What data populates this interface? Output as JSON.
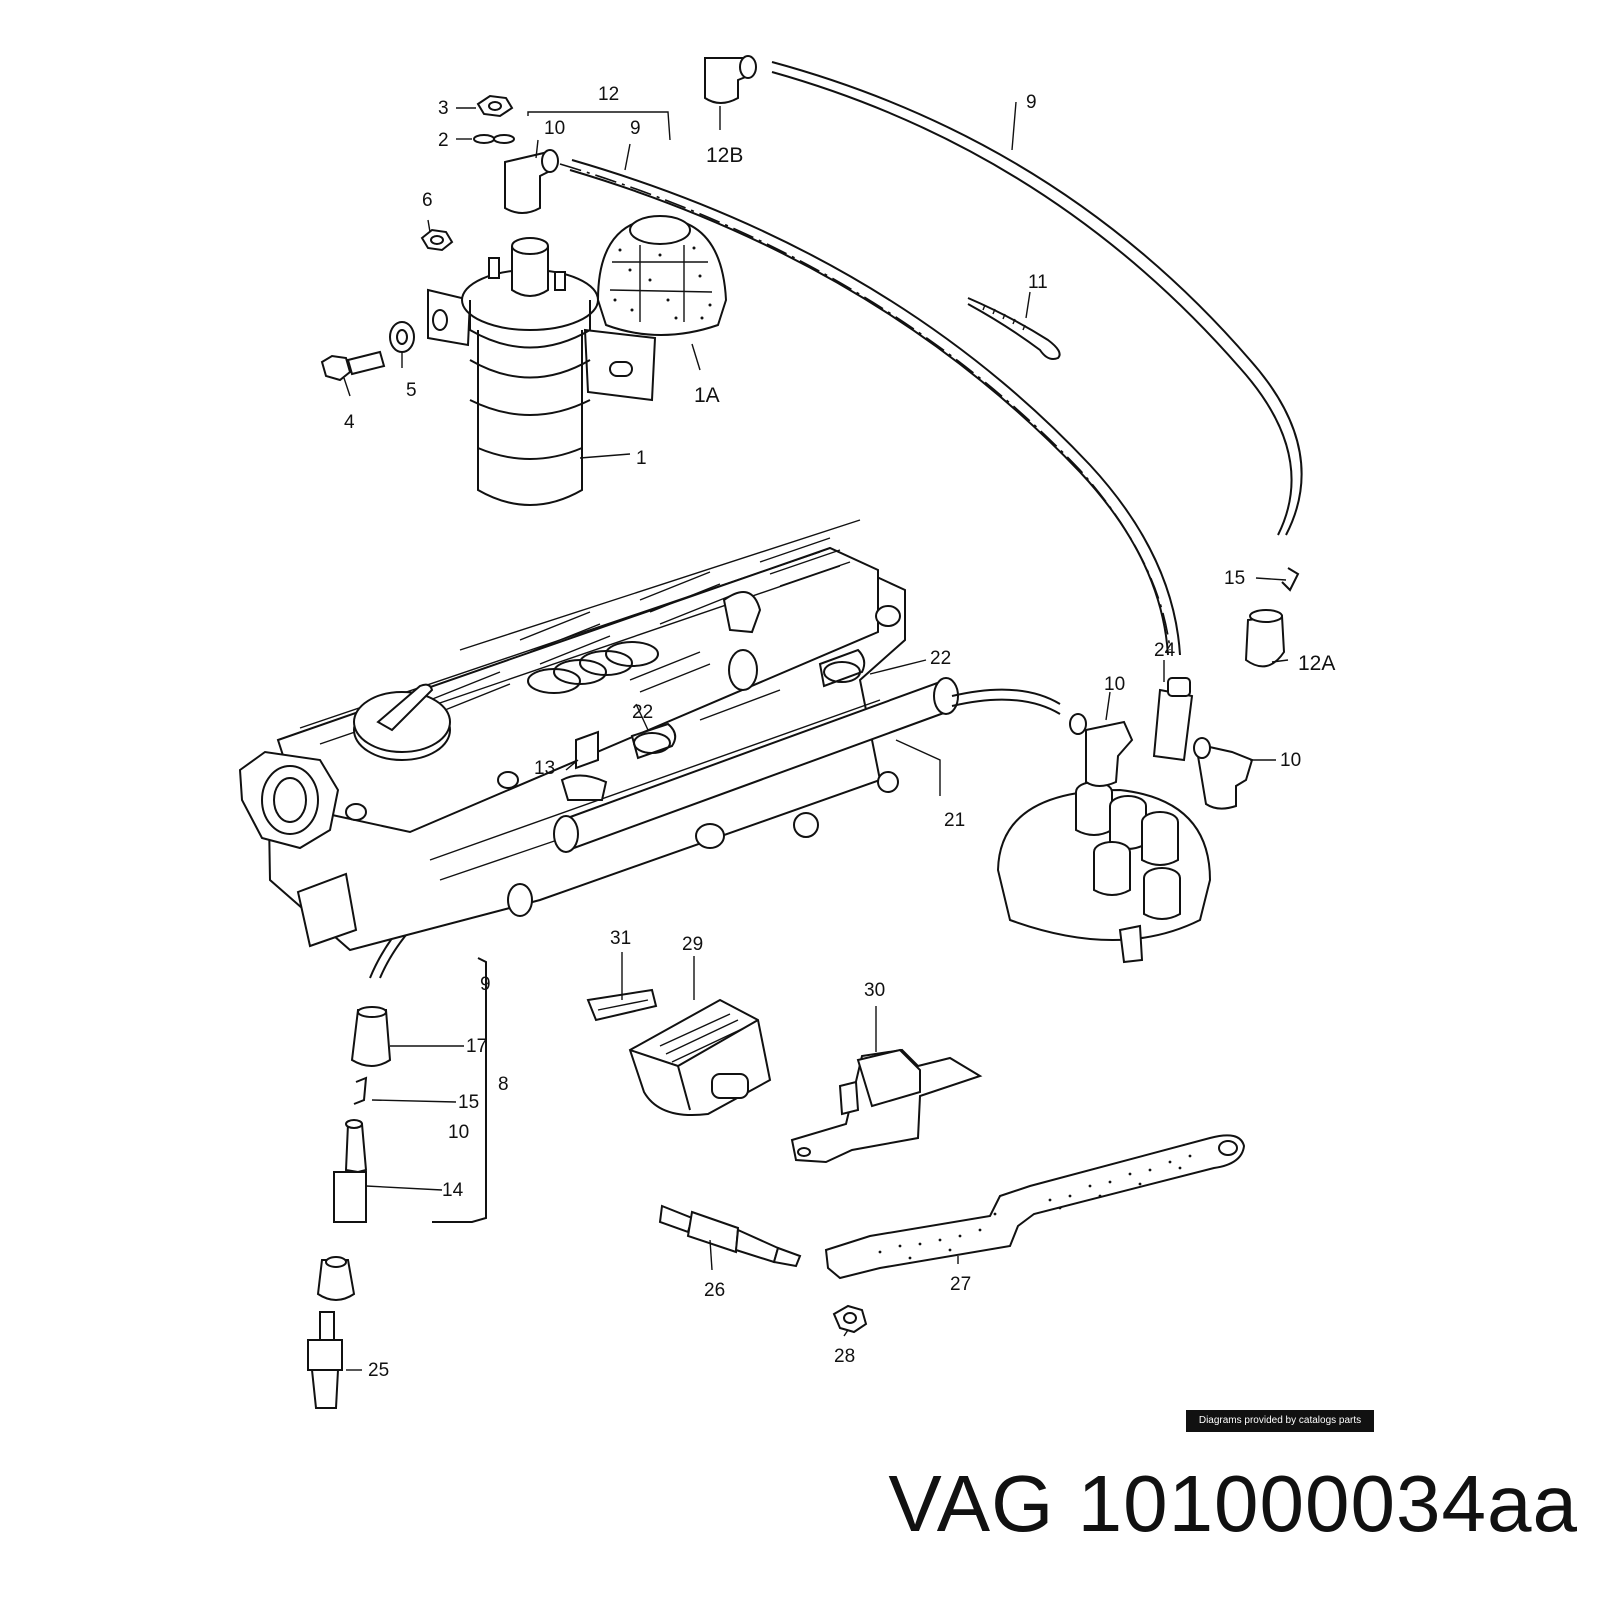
{
  "callouts": {
    "c1": "1",
    "c1A": "1A",
    "c2": "2",
    "c3": "3",
    "c4": "4",
    "c5": "5",
    "c6": "6",
    "c8": "8",
    "c9_top": "9",
    "c9_mid": "9",
    "c9_low": "9",
    "c10_top": "10",
    "c10_mid": "10",
    "c10_right": "10",
    "c10_low": "10",
    "c11": "11",
    "c12": "12",
    "c12A": "12A",
    "c12B": "12B",
    "c13": "13",
    "c14": "14",
    "c15_right": "15",
    "c15_low": "15",
    "c17": "17",
    "c21": "21",
    "c22_a": "22",
    "c22_b": "22",
    "c24": "24",
    "c25": "25",
    "c26": "26",
    "c27": "27",
    "c28": "28",
    "c29": "29",
    "c30": "30",
    "c31": "31"
  },
  "credit": "Diagrams provided by catalogs parts",
  "title": "VAG 101000034aa"
}
